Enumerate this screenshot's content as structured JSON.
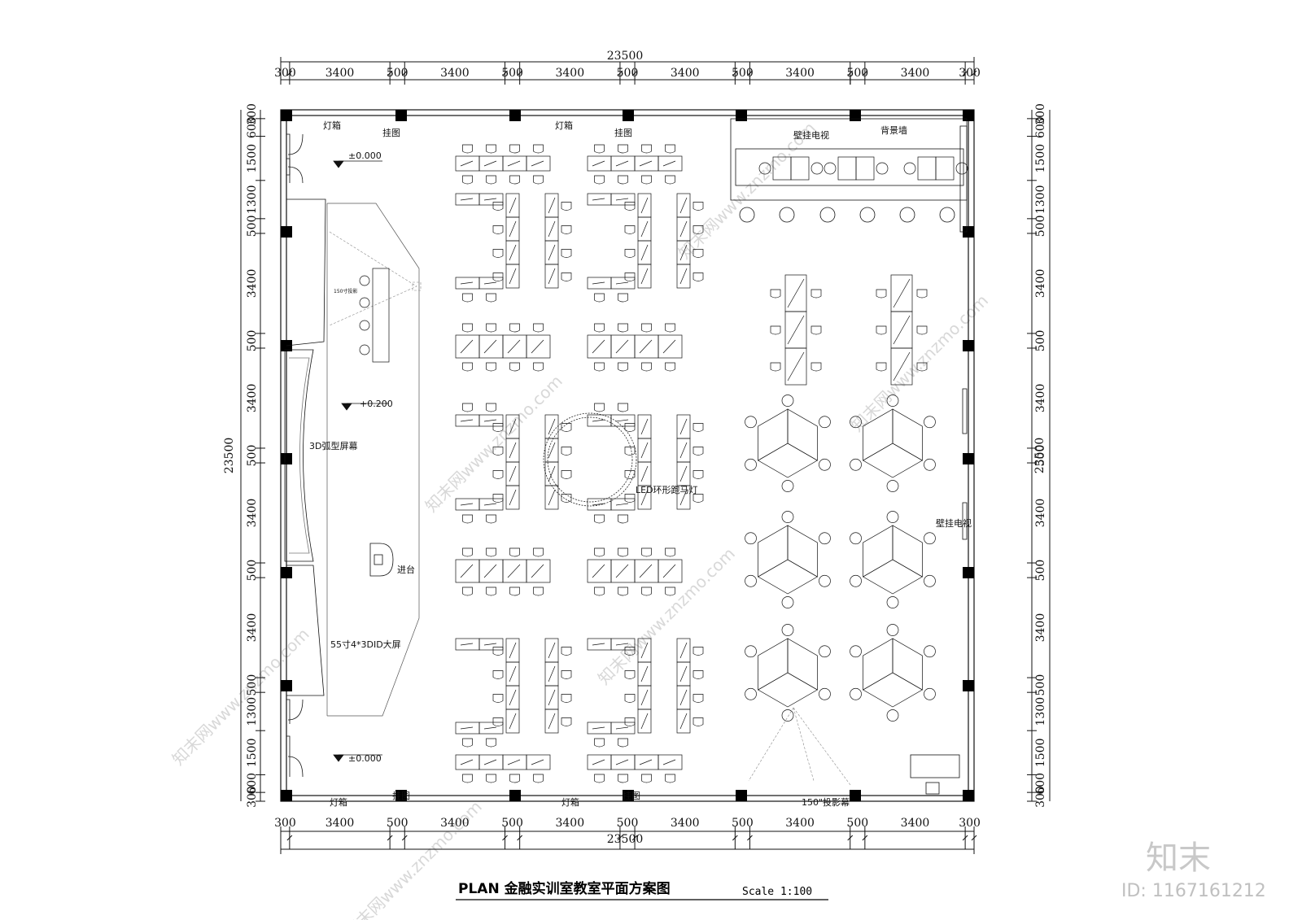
{
  "dimensions": {
    "total": "23500",
    "segments": [
      "300",
      "3400",
      "500",
      "3400",
      "500",
      "3400",
      "500",
      "3400",
      "500",
      "3400",
      "500",
      "3400",
      "300"
    ],
    "left_segments": [
      "300",
      "600",
      "1500",
      "1300",
      "500",
      "3400",
      "500",
      "3400",
      "500",
      "3400",
      "500",
      "3400",
      "500",
      "1300",
      "1500",
      "600",
      "300"
    ],
    "right_segments": [
      "300",
      "600",
      "1500",
      "1300",
      "500",
      "3400",
      "500",
      "3400",
      "500",
      "3400",
      "500",
      "3400",
      "500",
      "1300",
      "1500",
      "600",
      "300"
    ]
  },
  "labels": {
    "lightbox_top": "灯箱",
    "hanging_pic_top1": "挂图",
    "lightbox_top2": "灯箱",
    "hanging_pic_top2": "挂图",
    "wall_tv_top": "壁挂电视",
    "back_wall": "背景墙",
    "level_top": "±0.000",
    "level_mid": "+0.200",
    "level_bottom": "±0.000",
    "projection_small": "150寸投影",
    "arc_screen": "3D弧型屏幕",
    "podium": "进台",
    "big_screen": "55寸4*3DID大屏",
    "led_ring": "LED环形跑马灯",
    "wall_tv_right": "壁挂电视",
    "lightbox_bottom1": "灯箱",
    "hanging_pic_bottom1": "挂图",
    "lightbox_bottom2": "灯箱",
    "hanging_pic_bottom2": "挂图",
    "projection_screen": "150\"投影幕"
  },
  "title": {
    "main": "PLAN  金融实训室教室平面方案图",
    "scale": "Scale 1:100"
  },
  "watermark": {
    "site": "知末网www.znzmo.com",
    "logo": "知末",
    "id": "ID: 1167161212"
  }
}
